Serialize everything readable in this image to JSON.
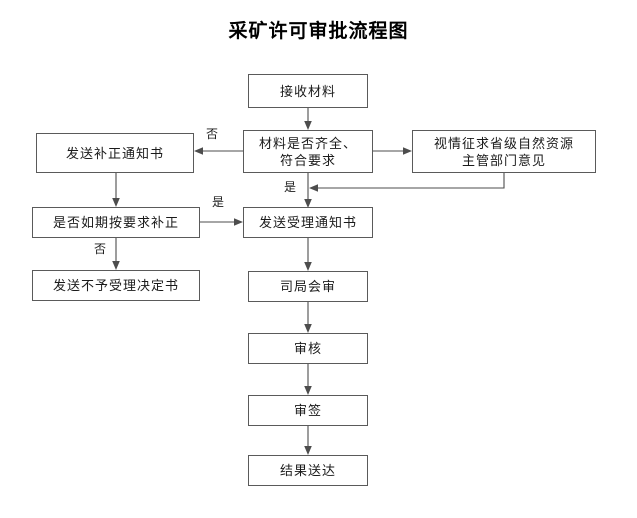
{
  "title": "采矿许可审批流程图",
  "nodes": {
    "receive": "接收材料",
    "check": "材料是否齐全、\n符合要求",
    "correction_notice": "发送补正通知书",
    "provincial_opinion": "视情征求省级自然资源\n主管部门意见",
    "corrected_in_time": "是否如期按要求补正",
    "acceptance_notice": "发送受理通知书",
    "rejection_decision": "发送不予受理决定书",
    "joint_review": "司局会审",
    "examine": "审核",
    "sign": "审签",
    "deliver": "结果送达"
  },
  "edge_labels": {
    "check_no": "否",
    "check_yes": "是",
    "corrected_yes": "是",
    "corrected_no": "否"
  },
  "colors": {
    "border": "#5a5a5a",
    "line": "#4d4d4d",
    "text": "#1a1a1a",
    "background": "#ffffff"
  }
}
